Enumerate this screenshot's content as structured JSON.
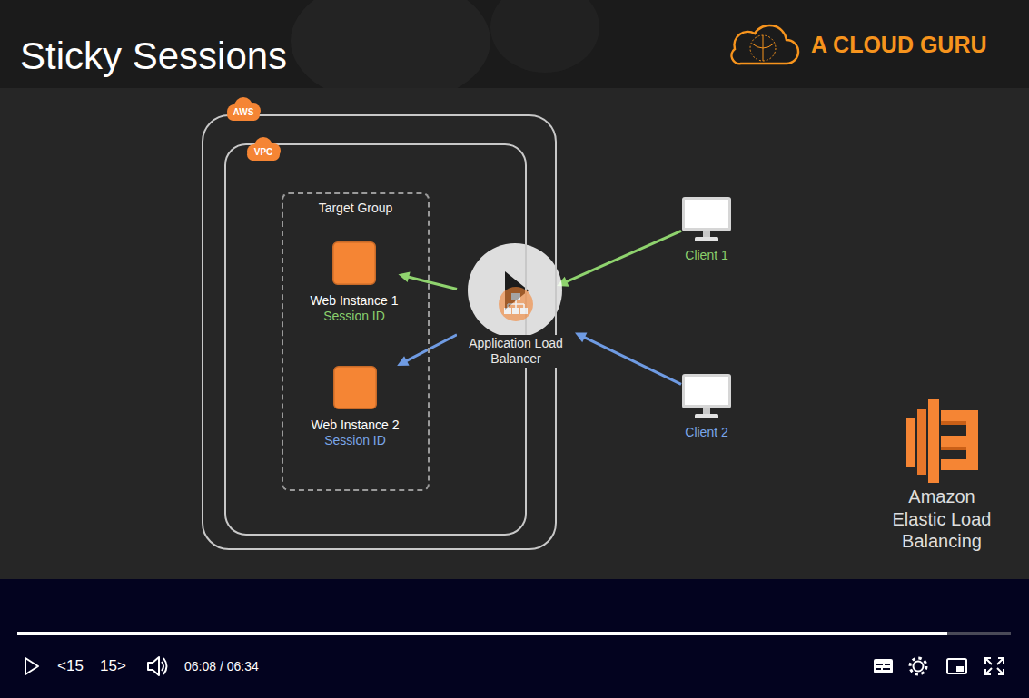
{
  "diagram": {
    "title": "Sticky Sessions",
    "nodes": [
      {
        "text": [
          "AWS"
        ]
      },
      {
        "text": [
          "VPC"
        ],
        "in": 0
      },
      {
        "text": [
          "Target Group"
        ],
        "in": 1
      },
      {
        "text": [
          "Web Instance 1",
          "Session ID"
        ],
        "in": 2
      },
      {
        "text": [
          "Web Instance 2",
          "Session ID"
        ],
        "in": 2
      },
      {
        "text": [
          "Application Load Balancer"
        ],
        "in": 1
      },
      {
        "text": [
          "Client 1"
        ]
      },
      {
        "text": [
          "Client 2"
        ]
      }
    ],
    "edges": [
      {
        "from": 6,
        "to": 5,
        "arrow": "to"
      },
      {
        "from": 5,
        "to": 3,
        "arrow": "to"
      },
      {
        "from": 7,
        "to": 5,
        "arrow": "to"
      },
      {
        "from": 5,
        "to": 4,
        "arrow": "to"
      }
    ],
    "labels": [
      "A CLOUD GURU",
      "Amazon Elastic Load Balancing",
      "<15",
      "15>",
      "06:08 / 06:34"
    ]
  }
}
